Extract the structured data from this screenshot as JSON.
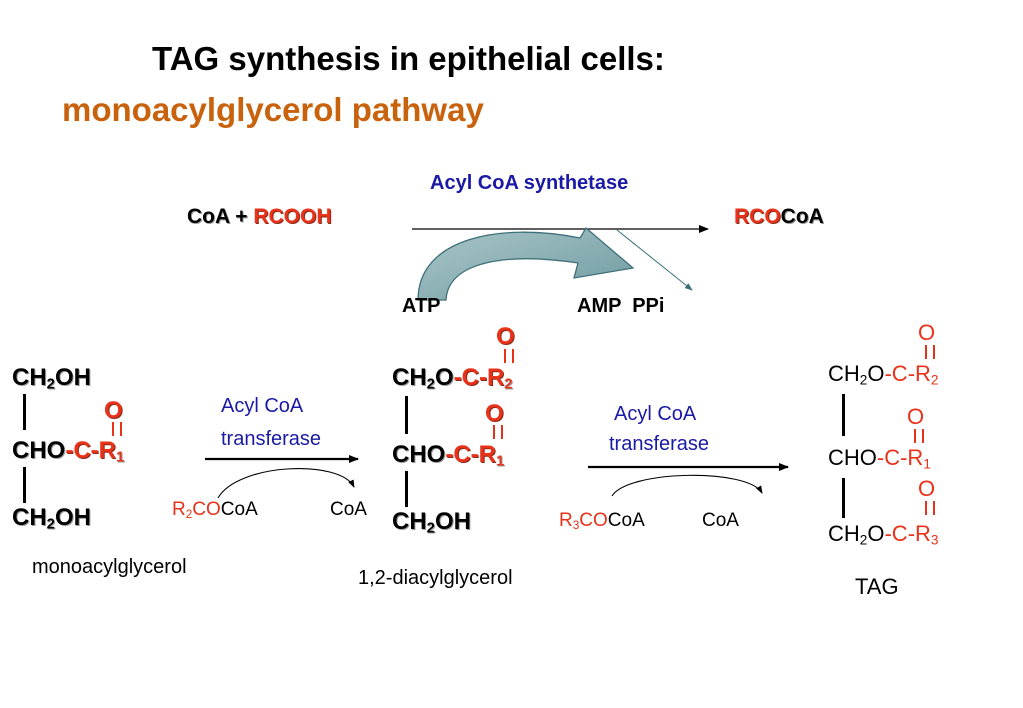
{
  "title": {
    "line1": "TAG synthesis in epithelial cells:",
    "line2": "monoacylglycerol pathway"
  },
  "activation": {
    "enzyme": "Acyl CoA synthetase",
    "left_coa": "CoA + ",
    "left_rcooh": "RCOOH",
    "right_rco": "RCO",
    "right_coa": "CoA",
    "atp": "ATP",
    "amp_ppi": "AMP  PPi"
  },
  "mono": {
    "row1_a": "CH",
    "row1_sub": "2",
    "row1_b": "OH",
    "carbonyl_o": "O",
    "row2_a": "CHO",
    "row2_b": "-C-R",
    "row2_sub": "1",
    "row3_a": "CH",
    "row3_sub": "2",
    "row3_b": "OH",
    "label": "monoacylglycerol"
  },
  "step1": {
    "enzyme_line1": "Acyl CoA",
    "enzyme_line2": "transferase",
    "donor_r": "R",
    "donor_sub": "2",
    "donor_co": "CO",
    "donor_coa": "CoA",
    "product_coa": "CoA"
  },
  "diacyl": {
    "o1": "O",
    "row1_a": "CH",
    "row1_sub": "2",
    "row1_b": "O",
    "row1_c": "-C-R",
    "row1_sub2": "2",
    "o2": "O",
    "row2_a": "CHO",
    "row2_b": "-C-R",
    "row2_sub": "1",
    "row3_a": "CH",
    "row3_sub": "2",
    "row3_b": "OH",
    "label": "1,2-diacylglycerol"
  },
  "step2": {
    "enzyme_line1": "Acyl CoA",
    "enzyme_line2": "transferase",
    "donor_r": "R",
    "donor_sub": "3",
    "donor_co": "CO",
    "donor_coa": "CoA",
    "product_coa": "CoA"
  },
  "tag": {
    "o1": "O",
    "row1_a": "CH",
    "row1_sub": "2",
    "row1_b": "O",
    "row1_c": "-C-R",
    "row1_sub2": "2",
    "o2": "O",
    "row2_a": "CHO",
    "row2_b": "-C-R",
    "row2_sub": "1",
    "o3": "O",
    "row3_a": "CH",
    "row3_sub": "2",
    "row3_b": "O",
    "row3_c": "-C-R",
    "row3_sub2": "3",
    "label": "TAG"
  },
  "colors": {
    "red": "#e8321a",
    "blue": "#1a1aa6",
    "orange": "#c8620d",
    "teal_arrow": "#8fb3b6"
  }
}
